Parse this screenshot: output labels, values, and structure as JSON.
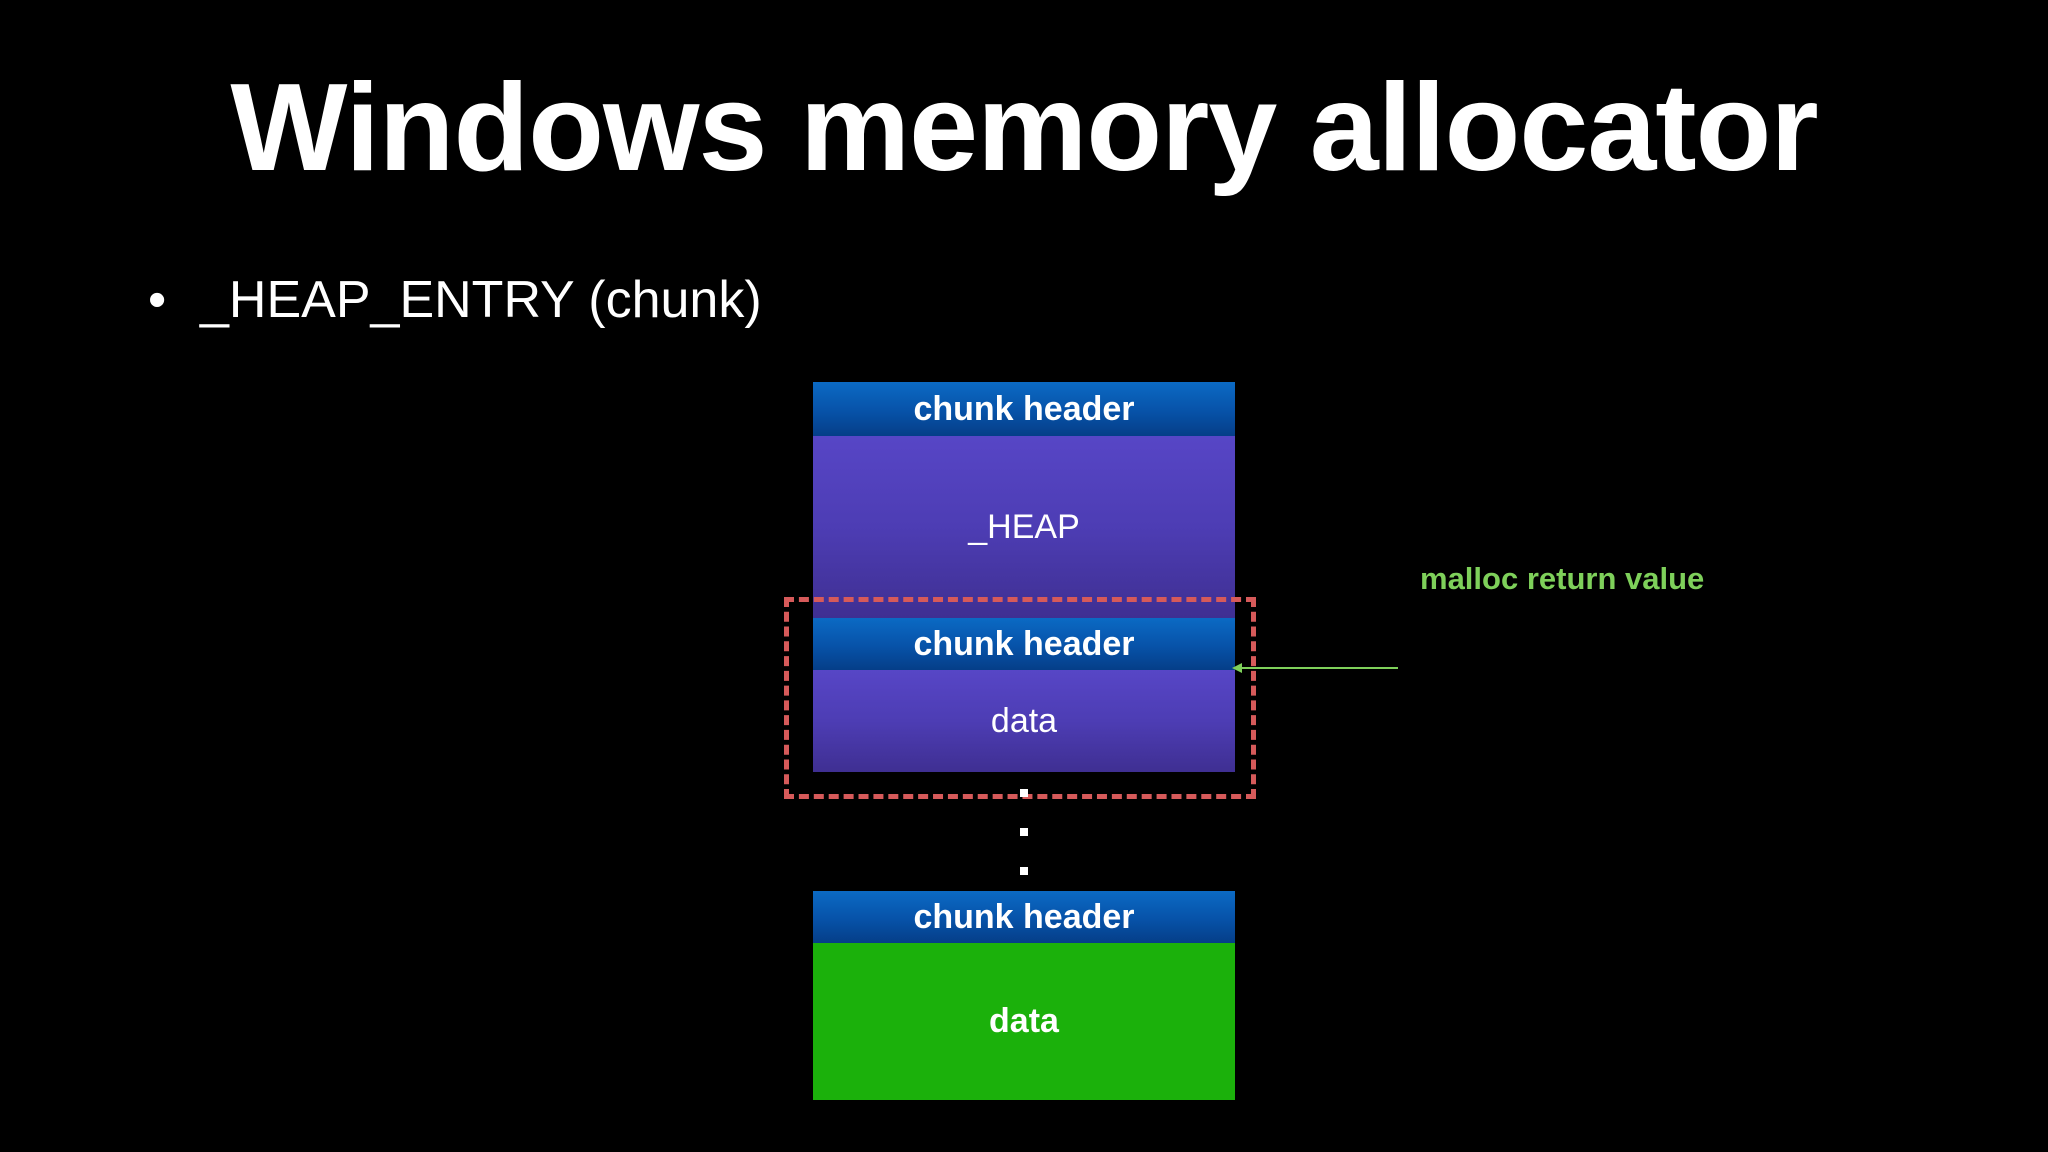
{
  "slide": {
    "title": "Windows memory allocator",
    "bullet": "_HEAP_ENTRY (chunk)"
  },
  "diagram": {
    "top_chunk": {
      "header": "chunk header",
      "body": "_HEAP"
    },
    "selected_chunk": {
      "header": "chunk header",
      "body": "data"
    },
    "last_chunk": {
      "header": "chunk header",
      "body": "data"
    },
    "annotation": {
      "label": "malloc return value",
      "color": "#7ed05a"
    },
    "colors": {
      "header": "#0752a8",
      "purple": "#4d3db4",
      "green": "#1bb10b",
      "highlight_border": "#d65a5a"
    }
  }
}
